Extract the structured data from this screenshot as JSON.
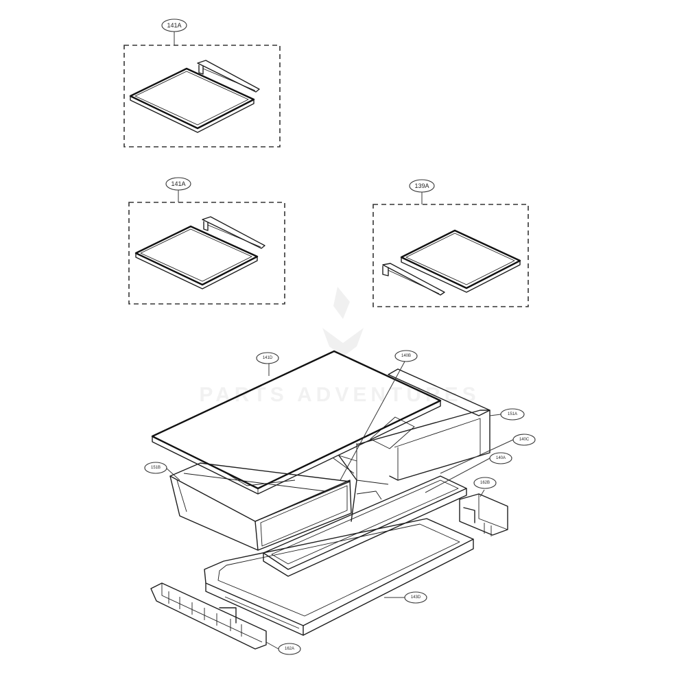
{
  "diagram": {
    "callouts": {
      "c141a_top": "141A",
      "c141a_mid": "141A",
      "c139a": "139A",
      "c141d": "141D",
      "c140b": "140B",
      "c151a": "151A",
      "c151b": "151B",
      "c140c": "140C",
      "c140a": "140A",
      "c162b": "162B",
      "c143d": "143D",
      "c162a": "162A"
    },
    "watermark": "PARTS ADVENTURES"
  }
}
